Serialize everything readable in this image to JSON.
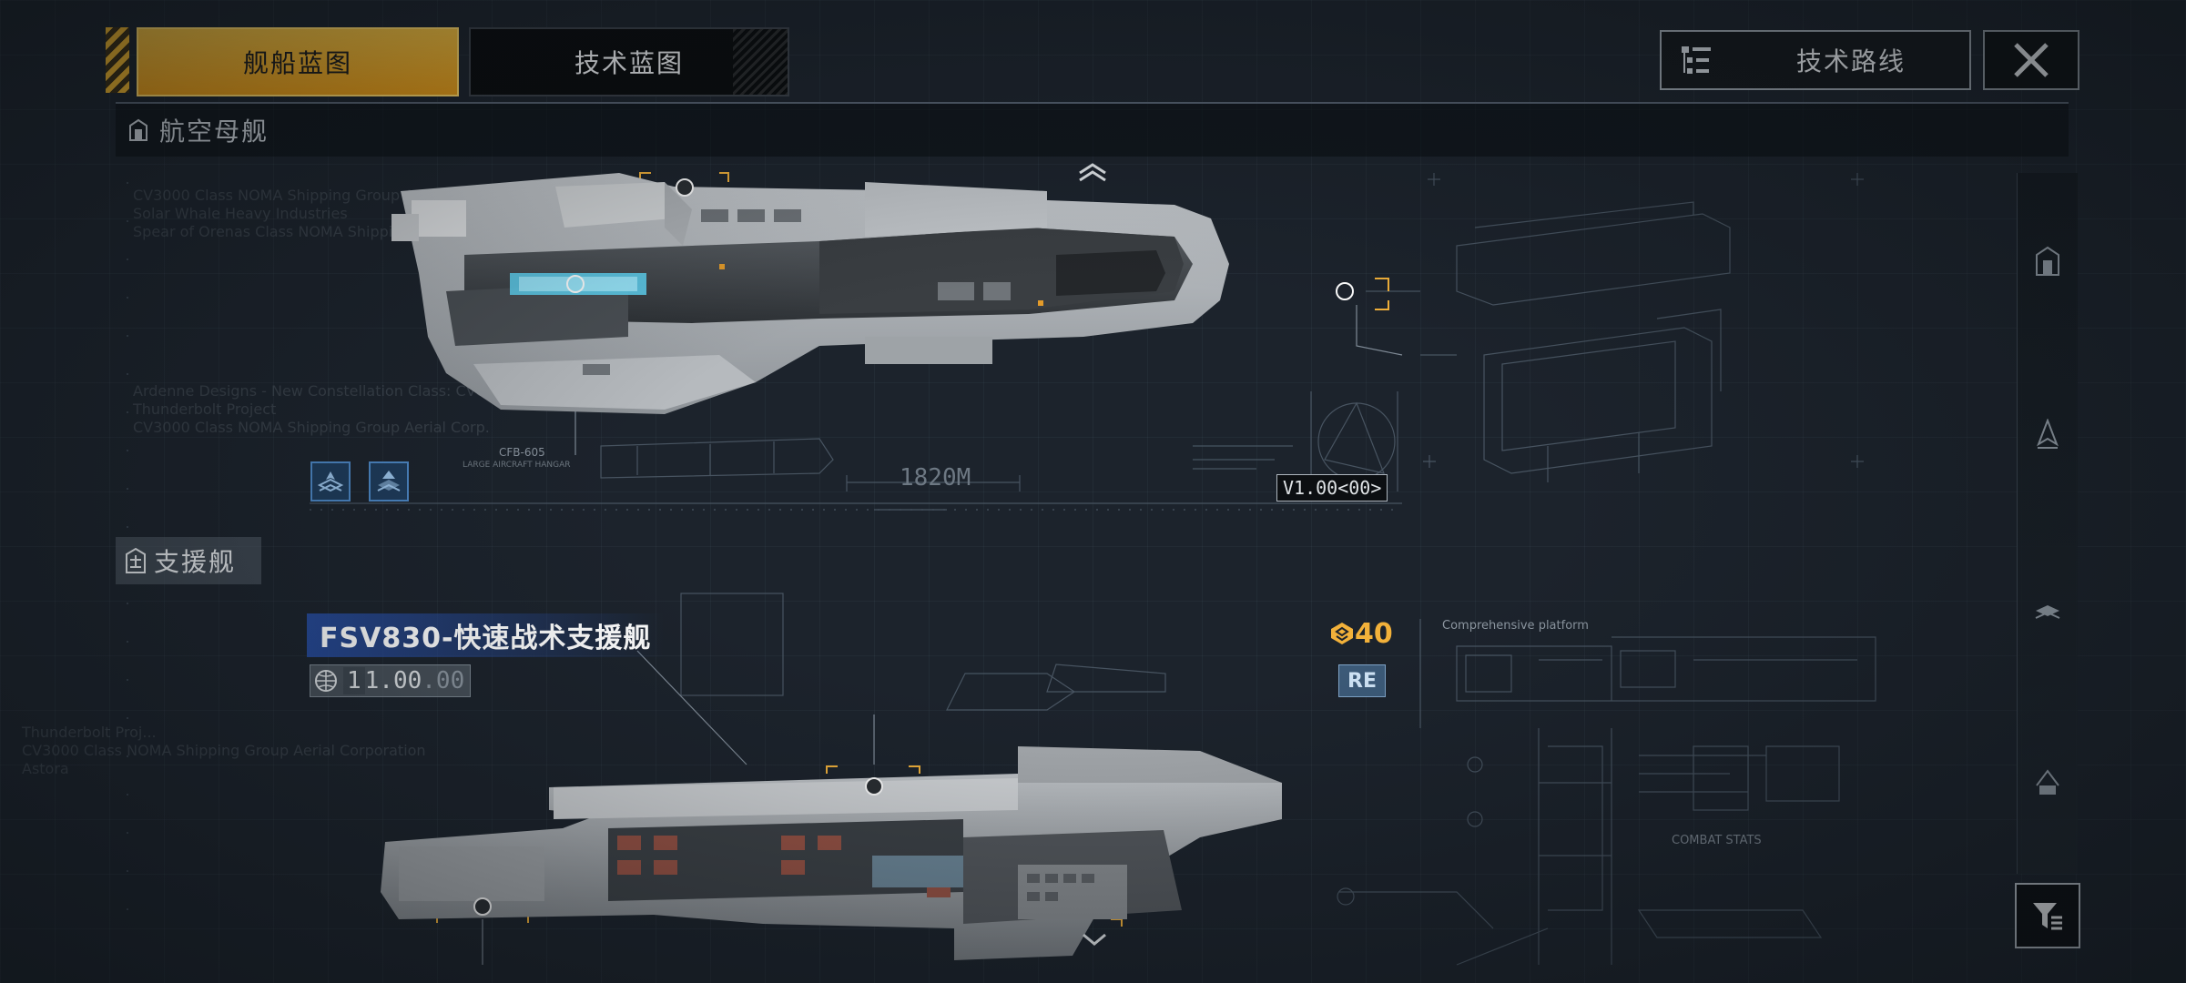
{
  "tabs": {
    "ship_blueprint": "舰船蓝图",
    "tech_blueprint": "技术蓝图"
  },
  "top_right": {
    "tech_route": "技术路线"
  },
  "sections": {
    "carrier": "航空母舰",
    "support": "支援舰"
  },
  "carrier_ship": {
    "hangar_label": "CFB-605",
    "hangar_sub": "LARGE AIRCRAFT HANGAR",
    "scale": "1820M",
    "version_tag": "V1.00<00>",
    "ghost_lines": "CV3000 Class NOMA Shipping Group Aerial...\nSolar Whale Heavy Industries\nSpear of Orenas Class NOMA Shipping...",
    "ghost_lines_2": "Ardenne Designs - New Constellation Class: CV&XI\nThunderbolt Project\nCV3000 Class NOMA Shipping Group Aerial Corp."
  },
  "support_ship": {
    "title": "FSV830-快速战术支援舰",
    "version_prefix": "1",
    "version_main": "1.00",
    "version_dim": ".00",
    "cost": "40",
    "rank_badge": "RE",
    "platform_label": "Comprehensive platform",
    "combat_stats_label": "COMBAT STATS",
    "ghost_lines": "Thunderbolt Proj...\nCV3000 Class NOMA Shipping Group Aerial Corporation\nAstora"
  },
  "colors": {
    "accent": "#f2b13a",
    "tab_active": "#f0b52c",
    "blue_badge": "#1e3c5c"
  },
  "icons": [
    "hangar-icon",
    "carrier-icon",
    "fighter-icon",
    "frigate-icon",
    "filter-icon",
    "close-icon",
    "tech-route-icon",
    "chevron-up-icon",
    "chevron-down-icon"
  ]
}
